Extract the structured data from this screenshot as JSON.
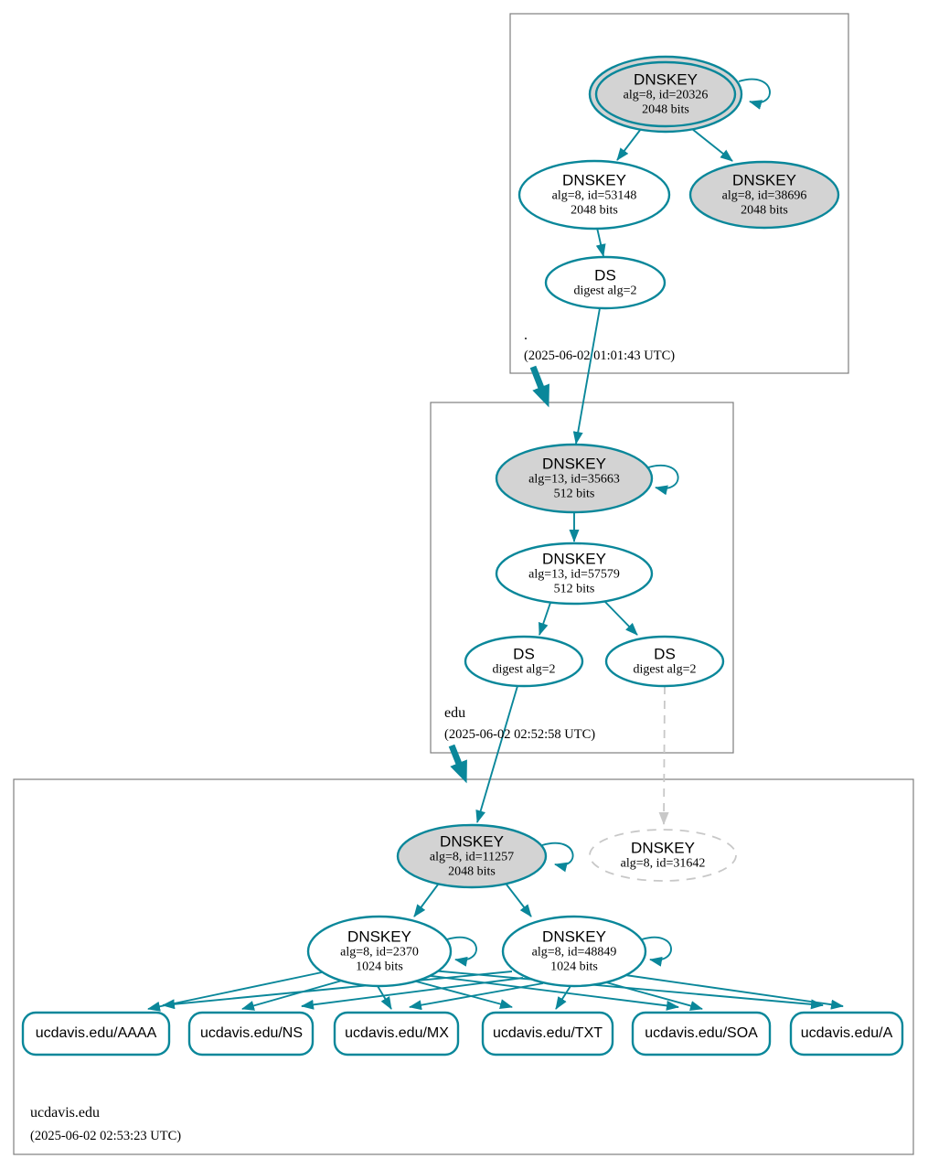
{
  "colors": {
    "secure_teal": "#0a879a",
    "ksk_fill_gray": "#d3d3d3",
    "missing_gray": "#c8c8c8",
    "zone_border_gray": "#7e7e7e"
  },
  "zones": {
    "root": {
      "label": ".",
      "timestamp": "(2025-06-02 01:01:43 UTC)",
      "ksk": {
        "type": "DNSKEY",
        "alg": "alg=8, id=20326",
        "bits": "2048 bits"
      },
      "zsk": {
        "type": "DNSKEY",
        "alg": "alg=8, id=53148",
        "bits": "2048 bits"
      },
      "standby": {
        "type": "DNSKEY",
        "alg": "alg=8, id=38696",
        "bits": "2048 bits"
      },
      "ds": {
        "type": "DS",
        "digest": "digest alg=2"
      }
    },
    "edu": {
      "label": "edu",
      "timestamp": "(2025-06-02 02:52:58 UTC)",
      "ksk": {
        "type": "DNSKEY",
        "alg": "alg=13, id=35663",
        "bits": "512 bits"
      },
      "zsk": {
        "type": "DNSKEY",
        "alg": "alg=13, id=57579",
        "bits": "512 bits"
      },
      "ds_left": {
        "type": "DS",
        "digest": "digest alg=2"
      },
      "ds_right": {
        "type": "DS",
        "digest": "digest alg=2"
      }
    },
    "ucdavis": {
      "label": "ucdavis.edu",
      "timestamp": "(2025-06-02 02:53:23 UTC)",
      "ksk": {
        "type": "DNSKEY",
        "alg": "alg=8, id=11257",
        "bits": "2048 bits"
      },
      "missing": {
        "type": "DNSKEY",
        "alg": "alg=8, id=31642"
      },
      "zsk1": {
        "type": "DNSKEY",
        "alg": "alg=8, id=2370",
        "bits": "1024 bits"
      },
      "zsk2": {
        "type": "DNSKEY",
        "alg": "alg=8, id=48849",
        "bits": "1024 bits"
      },
      "rrsets": [
        {
          "label": "ucdavis.edu/AAAA"
        },
        {
          "label": "ucdavis.edu/NS"
        },
        {
          "label": "ucdavis.edu/MX"
        },
        {
          "label": "ucdavis.edu/TXT"
        },
        {
          "label": "ucdavis.edu/SOA"
        },
        {
          "label": "ucdavis.edu/A"
        }
      ]
    }
  }
}
